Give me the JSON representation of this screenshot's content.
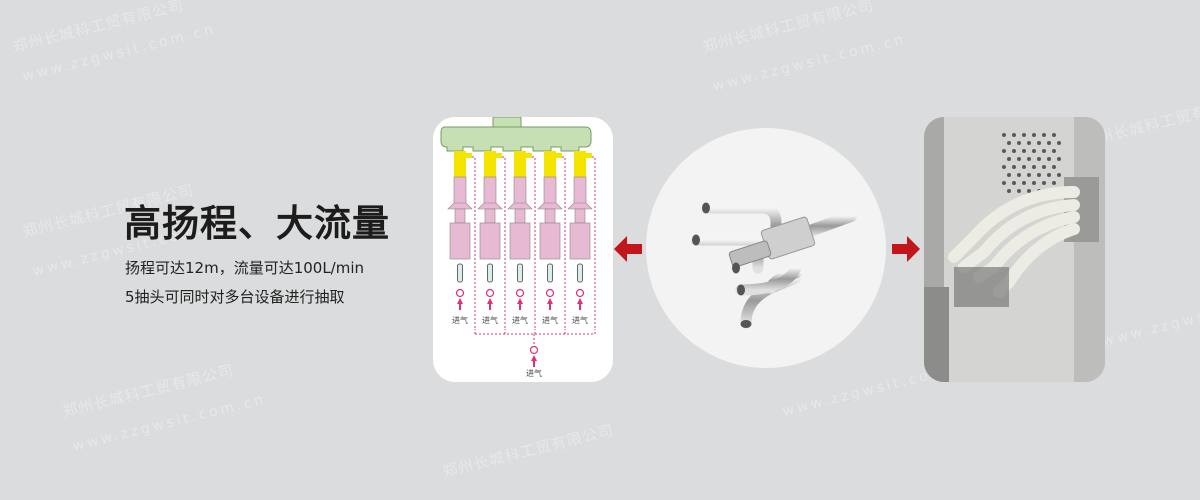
{
  "headline": {
    "title": "高扬程、大流量",
    "line1": "扬程可达12m，流量可达100L/min",
    "line2": "5抽头可同时对多台设备进行抽取"
  },
  "diagram": {
    "inlet_label": "进气",
    "labels": [
      "进气",
      "进气",
      "进气",
      "进气",
      "进气",
      "进气"
    ]
  },
  "watermark": {
    "company": "郑州长城科工贸有限公司",
    "url": "www.zzgwsit.com.cn"
  },
  "colors": {
    "background": "#dadcdd",
    "arrow": "#c3161c",
    "manifold": "#c6e0b4",
    "nozzle": "#f5e300",
    "tube": "#e8b9d2",
    "dashed": "#e0307a"
  }
}
